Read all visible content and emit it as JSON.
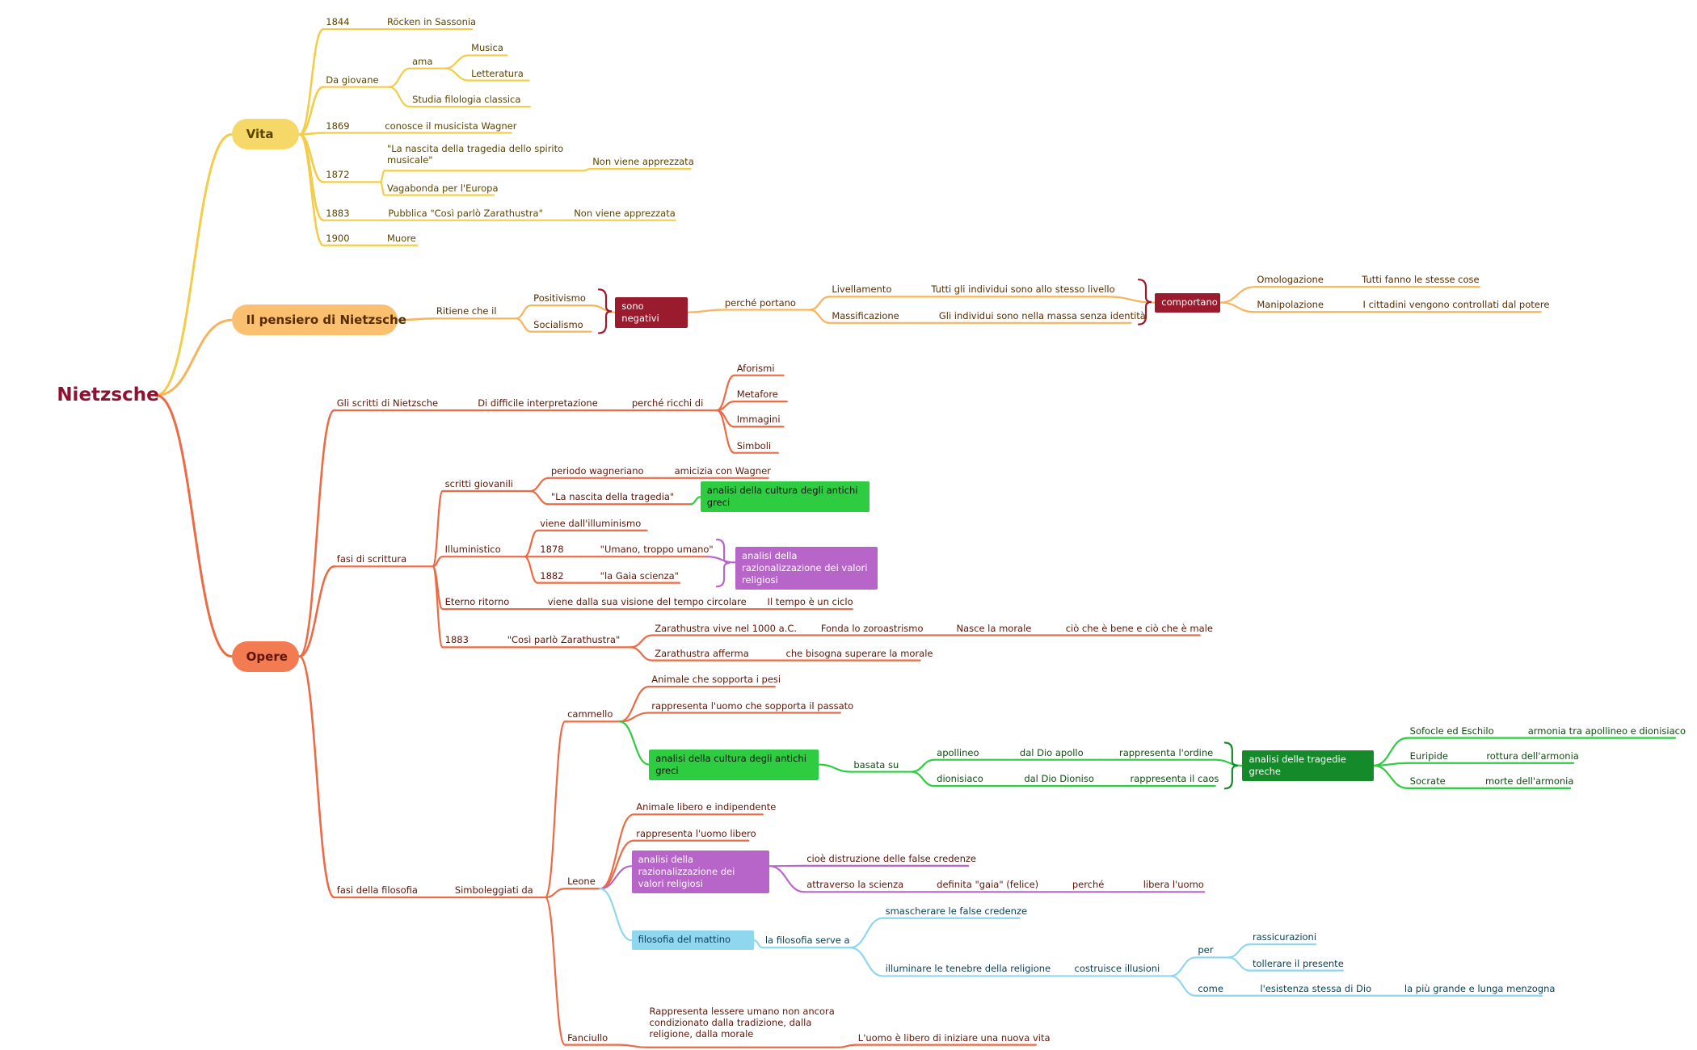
{
  "colors": {
    "root": "#8e1230",
    "vita": "#f2cd4a",
    "vita_pill": "#f5d867",
    "vita_text": "#5c4500",
    "pensiero": "#f7b45a",
    "pensiero_pill": "#fac06f",
    "pensiero_text": "#5a2d00",
    "opere": "#ec6a44",
    "opere_pill": "#f27b52",
    "opere_text": "#5e1608",
    "green": "#2ecc40",
    "green_dark": "#158a2b",
    "green_text": "#0f4d12",
    "purple": "#b865c9",
    "cyan": "#8fd6ef",
    "cyan_text": "#063f57",
    "maroon": "#9a1b2d"
  },
  "mindmap": {
    "root": "Nietzsche",
    "n1": "Vita",
    "n2": "1844",
    "n3": "Röcken in Sassonia",
    "n4": "Da giovane",
    "n5": "ama",
    "n6": "Musica",
    "n7": "Letteratura",
    "n8": "Studia filologia classica",
    "n9": "1869",
    "n10": "conosce il musicista Wagner",
    "n11": "1872",
    "n12": "\"La nascita della tragedia dello spirito musicale\"",
    "n13": "Non viene apprezzata",
    "n14": "Vagabonda per l'Europa",
    "n15": "1883",
    "n16": "Pubblica \"Così parlò Zarathustra\"",
    "n17": "Non viene apprezzata",
    "n18": "1900",
    "n19": "Muore",
    "p1": "Il pensiero di Nietzsche",
    "p2": "Ritiene che il",
    "p3": "Positivismo",
    "p4": "Socialismo",
    "p5": "sono negativi",
    "p6": "perché portano",
    "p7": "Livellamento",
    "p8": "Tutti gli individui sono allo stesso livello",
    "p9": "Massificazione",
    "p10": "Gli individui sono nella massa senza identità",
    "p11": "comportano",
    "p12": "Omologazione",
    "p13": "Tutti fanno le stesse cose",
    "p14": "Manipolazione",
    "p15": "I cittadini vengono controllati dal potere",
    "o1": "Opere",
    "o2": "Gli scritti di Nietzsche",
    "o3": "Di difficile interpretazione",
    "o4": "perché ricchi di",
    "o5": "Aforismi",
    "o6": "Metafore",
    "o7": "Immagini",
    "o8": "Simboli",
    "o9": "fasi di scrittura",
    "o10": "scritti giovanili",
    "o11": "periodo wagneriano",
    "o12": "amicizia con Wagner",
    "o13": "\"La nascita della tragedia\"",
    "o14": "analisi della cultura degli antichi greci",
    "o15": "Illuministico",
    "o16": "viene dall'illuminismo",
    "o17": "1878",
    "o18": "\"Umano, troppo umano\"",
    "o19": "1882",
    "o20": "\"la Gaia scienza\"",
    "o21": "analisi della razionalizzazione dei valori religiosi",
    "o22": "Eterno ritorno",
    "o23": "viene dalla sua visione del tempo circolare",
    "o24": "Il tempo è un ciclo",
    "o25": "1883",
    "o26": "\"Così parlò Zarathustra\"",
    "o27": "Zarathustra vive nel 1000 a.C.",
    "o28": "Fonda lo zoroastrismo",
    "o29": "Nasce la morale",
    "o30": "ciò che è bene e ciò che è male",
    "o31": "Zarathustra afferma",
    "o32": "che bisogna superare la morale",
    "f1": "fasi della filosofia",
    "f2": "Simboleggiati da",
    "f3": "cammello",
    "f4": "Animale che sopporta i pesi",
    "f5": "rappresenta l'uomo che sopporta il passato",
    "f6": "analisi della cultura degli antichi greci",
    "f7": "basata su",
    "f8": "apollineo",
    "f9": "dal Dio apollo",
    "f10": "rappresenta l'ordine",
    "f11": "dionisiaco",
    "f12": "dal Dio Dioniso",
    "f13": "rappresenta il caos",
    "f14": "analisi delle tragedie greche",
    "f15": "Sofocle ed Eschilo",
    "f16": "armonia tra apollineo e dionisiaco",
    "f17": "Euripide",
    "f18": "rottura dell'armonia",
    "f19": "Socrate",
    "f20": "morte dell'armonia",
    "f21": "Leone",
    "f22": "Animale libero e indipendente",
    "f23": "rappresenta l'uomo libero",
    "f24": "analisi della razionalizzazione dei valori religiosi",
    "f25": "cioè distruzione delle false credenze",
    "f26": "attraverso la scienza",
    "f27": "definita \"gaia\" (felice)",
    "f28": "perché",
    "f29": "libera l'uomo",
    "f30": "filosofia del mattino",
    "f31": "la filosofia serve a",
    "f32": "smascherare le false credenze",
    "f33": "illuminare le tenebre della religione",
    "f34": "costruisce illusioni",
    "f35": "per",
    "f36": "rassicurazioni",
    "f37": "tollerare il presente",
    "f38": "come",
    "f39": "l'esistenza stessa di Dio",
    "f40": "la più grande e lunga menzogna",
    "f41": "Fanciullo",
    "f42": "Rappresenta lessere umano non ancora condizionato dalla tradizione, dalla religione, dalla morale",
    "f43": "L'uomo è libero di iniziare una nuova vita"
  }
}
